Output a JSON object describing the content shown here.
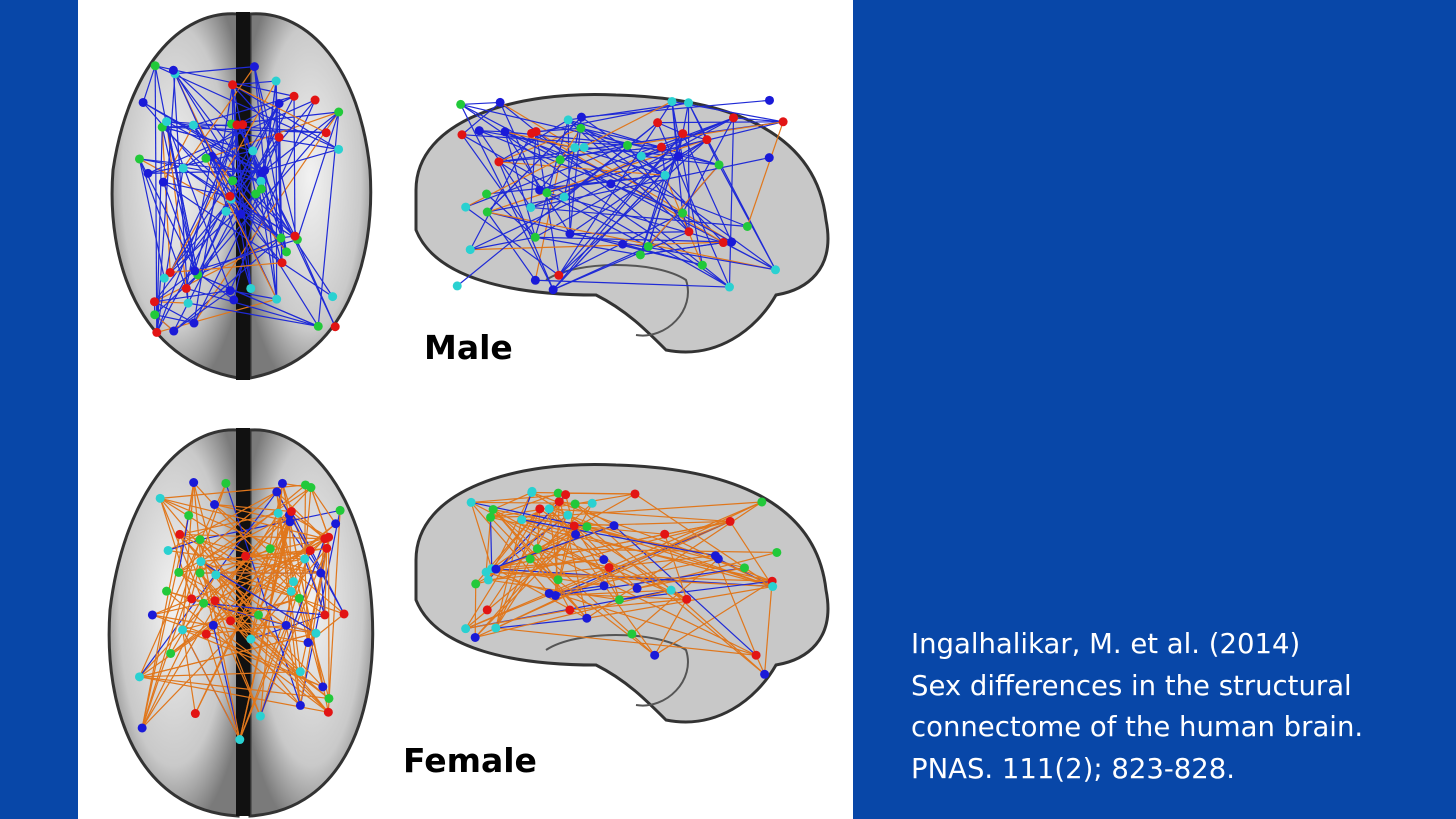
{
  "slide": {
    "background_color": "#0847a8",
    "panel_color": "#ffffff"
  },
  "figure": {
    "male_label": "Male",
    "female_label": "Female",
    "male_edge_color": "#1f2ad6",
    "female_edge_color": "#e0771c",
    "node_colors": [
      "#1a1ad8",
      "#22c93a",
      "#2ad1d1",
      "#e21414"
    ]
  },
  "citation": {
    "line1": "Ingalhalikar, M. et al. (2014)",
    "line2": "Sex differences in the structural",
    "line3": "connectome of the human brain.",
    "line4": "PNAS. 111(2); 823-828."
  }
}
